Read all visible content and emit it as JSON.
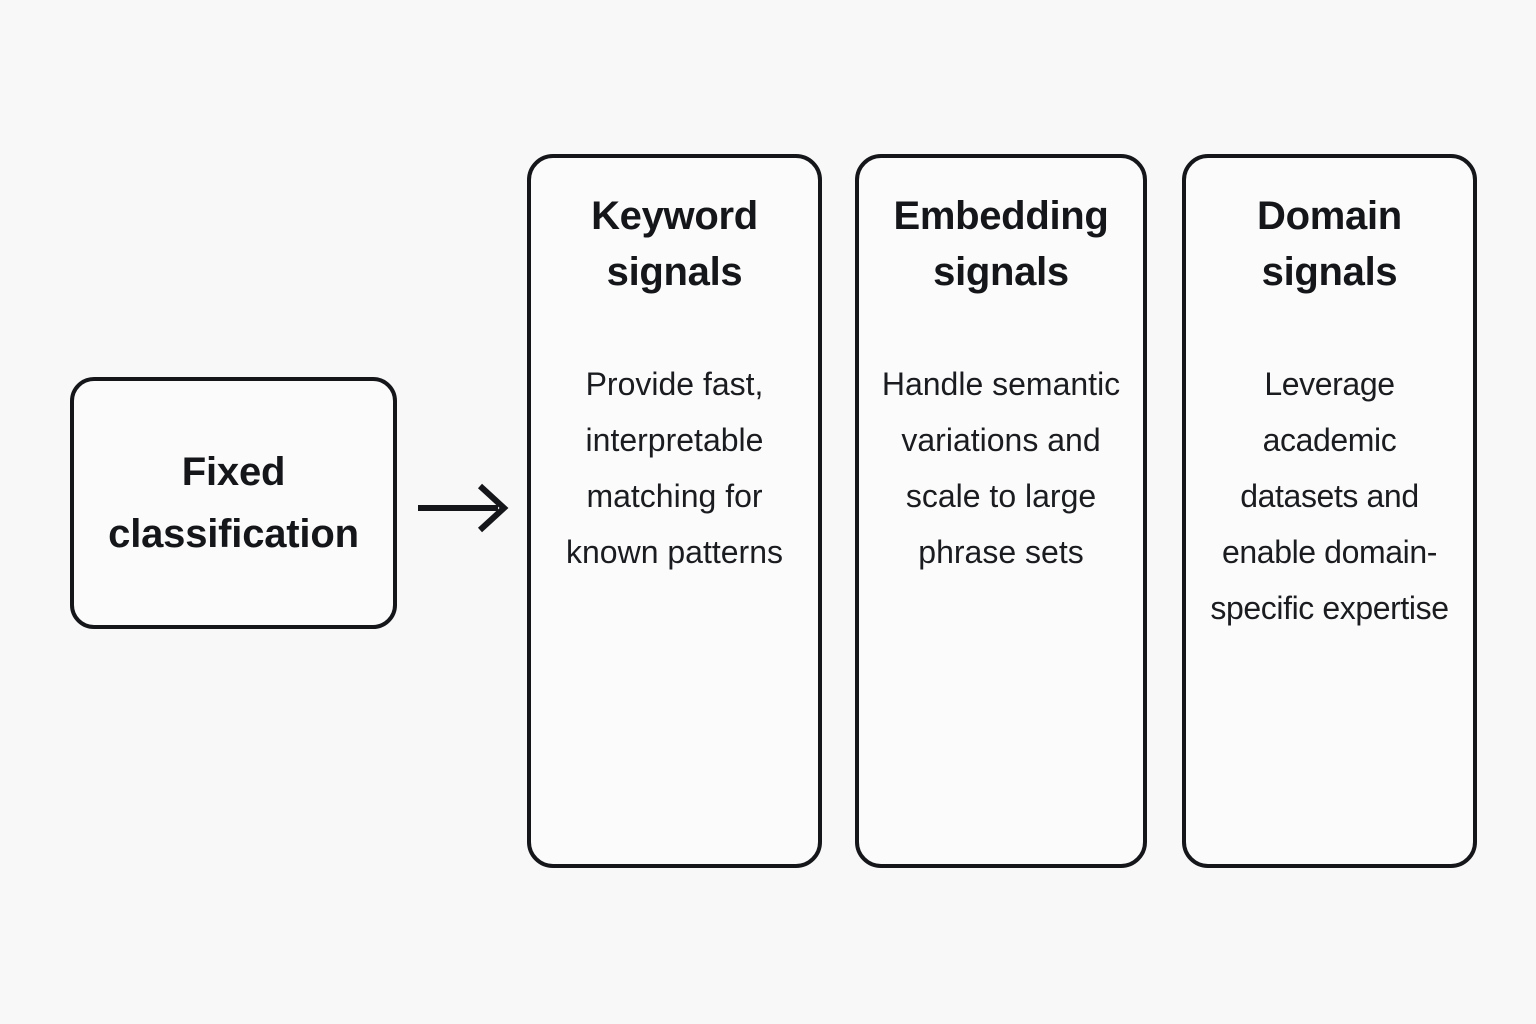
{
  "diagram": {
    "background_color": "#f8f8f8",
    "stroke_color": "#14161a",
    "text_color": "#14161a",
    "source": {
      "label": "Fixed\nclassification"
    },
    "connector": {
      "icon": "arrow-right-icon",
      "direction": "right"
    },
    "cards": [
      {
        "title": "Keyword\nsignals",
        "body": "Provide fast, interpretable matching for known patterns"
      },
      {
        "title": "Embedding\nsignals",
        "body": "Handle semantic variations and scale to large phrase sets"
      },
      {
        "title": "Domain\nsignals",
        "body": "Leverage academic datasets and enable domain-specific expertise"
      }
    ]
  }
}
